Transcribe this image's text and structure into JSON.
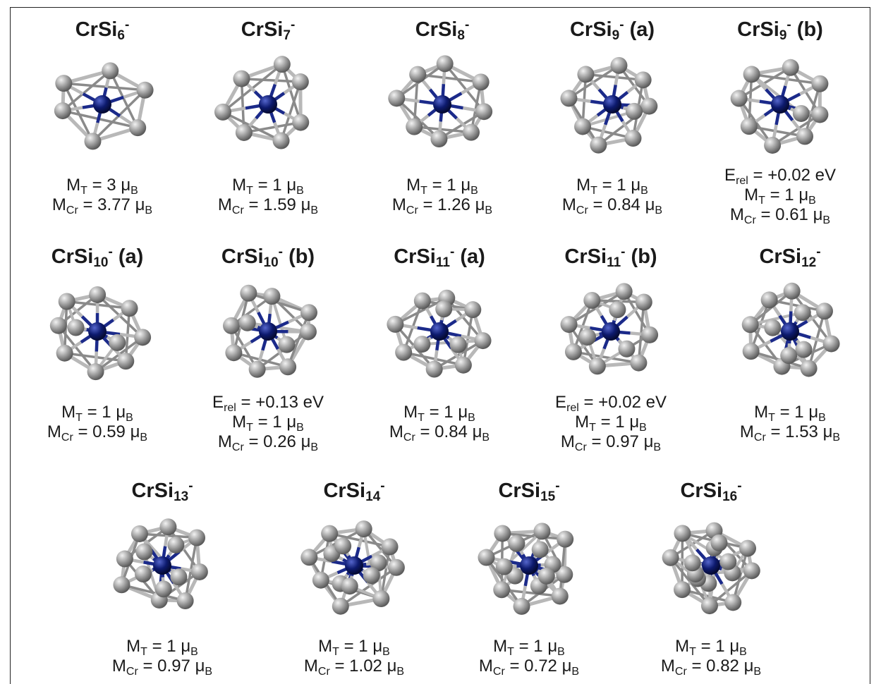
{
  "colors": {
    "si_atom": "#9e9e9e",
    "cr_atom": "#0d1a6e",
    "bond": "#b8b8b8",
    "cr_bond": "#1b2a8a",
    "frame": "#222222"
  },
  "rows": [
    {
      "items": [
        {
          "formula": "CrSi",
          "n": "6",
          "charge": "-",
          "tag": "",
          "erel": "",
          "mt": "3",
          "mcr": "3.77"
        },
        {
          "formula": "CrSi",
          "n": "7",
          "charge": "-",
          "tag": "",
          "erel": "",
          "mt": "1",
          "mcr": "1.59"
        },
        {
          "formula": "CrSi",
          "n": "8",
          "charge": "-",
          "tag": "",
          "erel": "",
          "mt": "1",
          "mcr": "1.26"
        },
        {
          "formula": "CrSi",
          "n": "9",
          "charge": "-",
          "tag": "(a)",
          "erel": "",
          "mt": "1",
          "mcr": "0.84"
        },
        {
          "formula": "CrSi",
          "n": "9",
          "charge": "-",
          "tag": "(b)",
          "erel": "+0.02 eV",
          "mt": "1",
          "mcr": "0.61"
        }
      ]
    },
    {
      "items": [
        {
          "formula": "CrSi",
          "n": "10",
          "charge": "-",
          "tag": "(a)",
          "erel": "",
          "mt": "1",
          "mcr": "0.59"
        },
        {
          "formula": "CrSi",
          "n": "10",
          "charge": "-",
          "tag": "(b)",
          "erel": "+0.13 eV",
          "mt": "1",
          "mcr": "0.26"
        },
        {
          "formula": "CrSi",
          "n": "11",
          "charge": "-",
          "tag": "(a)",
          "erel": "",
          "mt": "1",
          "mcr": "0.84"
        },
        {
          "formula": "CrSi",
          "n": "11",
          "charge": "-",
          "tag": "(b)",
          "erel": "+0.02 eV",
          "mt": "1",
          "mcr": "0.97"
        },
        {
          "formula": "CrSi",
          "n": "12",
          "charge": "-",
          "tag": "",
          "erel": "",
          "mt": "1",
          "mcr": "1.53"
        }
      ]
    },
    {
      "items": [
        {
          "formula": "CrSi",
          "n": "13",
          "charge": "-",
          "tag": "",
          "erel": "",
          "mt": "1",
          "mcr": "0.97"
        },
        {
          "formula": "CrSi",
          "n": "14",
          "charge": "-",
          "tag": "",
          "erel": "",
          "mt": "1",
          "mcr": "1.02"
        },
        {
          "formula": "CrSi",
          "n": "15",
          "charge": "-",
          "tag": "",
          "erel": "",
          "mt": "1",
          "mcr": "0.72"
        },
        {
          "formula": "CrSi",
          "n": "16",
          "charge": "-",
          "tag": "",
          "erel": "",
          "mt": "1",
          "mcr": "0.82"
        }
      ]
    }
  ],
  "labels": {
    "mt_symbol": "M",
    "mt_sub": "T",
    "mcr_symbol": "M",
    "mcr_sub": "Cr",
    "erel_symbol": "E",
    "erel_sub": "rel",
    "mu": "μ",
    "mu_sub": "B",
    "eq": " = "
  }
}
